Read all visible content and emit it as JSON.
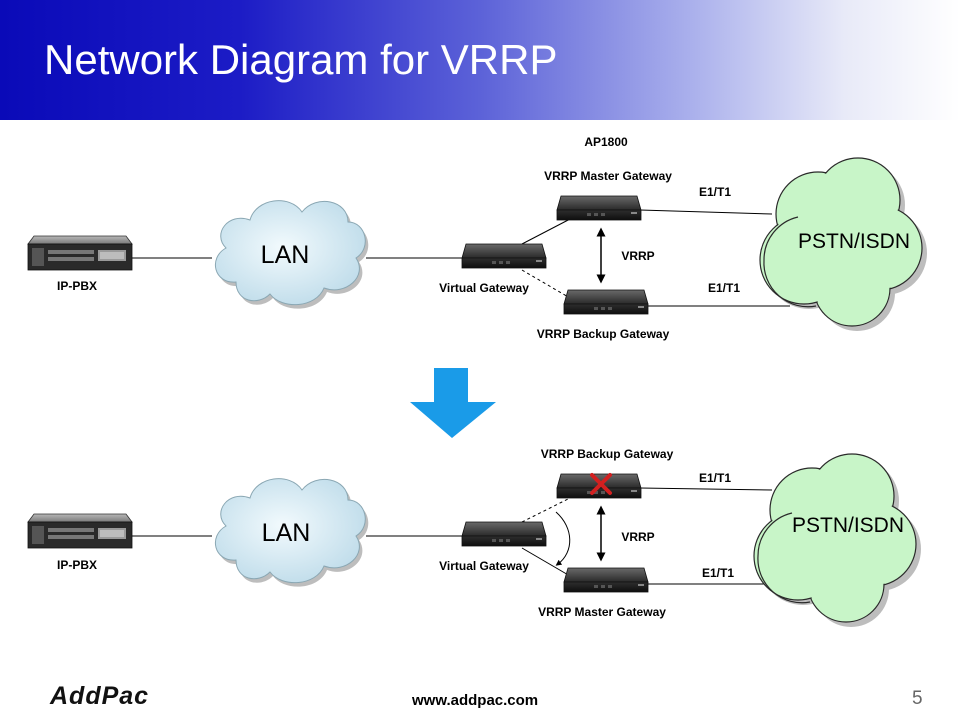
{
  "slide": {
    "title": "Network Diagram for VRRP",
    "page_number": "5"
  },
  "footer": {
    "logo": "AddPac",
    "url": "www.addpac.com"
  },
  "top": {
    "model": "AP1800",
    "master_label": "VRRP Master Gateway",
    "backup_label": "VRRP Backup Gateway",
    "virtual_label": "Virtual Gateway",
    "ippbx_label": "IP-PBX",
    "lan_label": "LAN",
    "pstn_label": "PSTN/ISDN",
    "vrrp_label": "VRRP",
    "e1t1_upper": "E1/T1",
    "e1t1_lower": "E1/T1"
  },
  "bottom": {
    "upper_gateway_label": "VRRP Backup Gateway",
    "lower_gateway_label": "VRRP Master Gateway",
    "virtual_label": "Virtual Gateway",
    "ippbx_label": "IP-PBX",
    "lan_label": "LAN",
    "pstn_label": "PSTN/ISDN",
    "vrrp_label": "VRRP",
    "e1t1_upper": "E1/T1",
    "e1t1_lower": "E1/T1"
  },
  "colors": {
    "header_start": "#0a0ab8",
    "cloud_lan": "#d6ecf5",
    "cloud_pstn": "#c8f5c8",
    "arrow": "#1a9be8",
    "fail_mark": "#d22020"
  },
  "icons": {
    "transition_arrow": "down-arrow-icon",
    "failure_mark": "x-mark-icon"
  }
}
